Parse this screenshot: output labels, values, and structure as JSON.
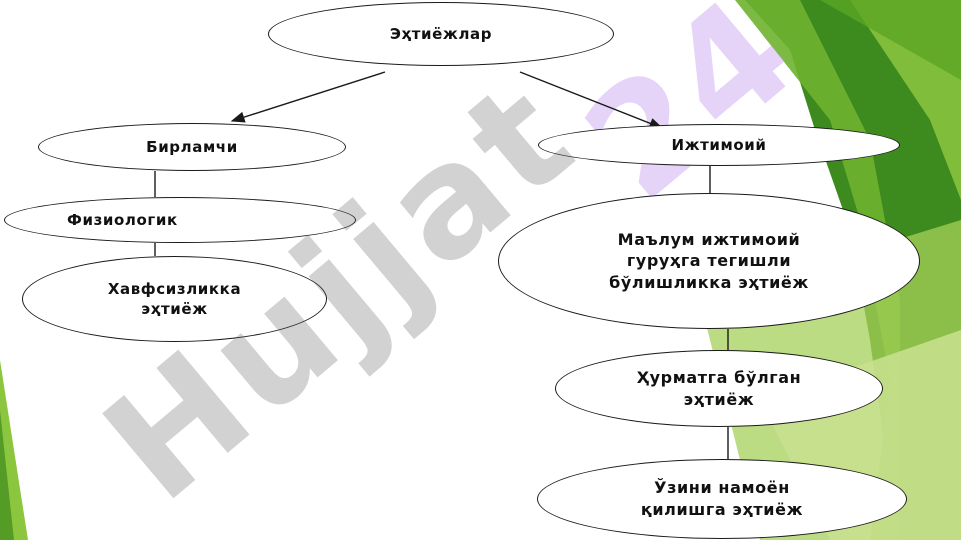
{
  "colors": {
    "accent_dark": "#3d8a1e",
    "accent_mid": "#6eb22f",
    "accent_light": "#a6d05a",
    "node_border": "#1a1a1a",
    "watermark_gray": "#505050",
    "watermark_purple": "#c8a0f0"
  },
  "nodes": {
    "root": "Эҳтиёжлар",
    "primary": "Бирламчи",
    "social": "Ижтимоий",
    "physiological": "Физиологик",
    "safety": [
      "Хавфсизликка",
      "эҳтиёж"
    ],
    "belonging": [
      "Маълум ижтимоий",
      "гуруҳга тегишли",
      "бўлишликка эҳтиёж"
    ],
    "respect": [
      "Ҳурматга бўлган",
      "эҳтиёж"
    ],
    "self_expression": [
      "Ўзини намоён",
      "қилишга эҳтиёж"
    ]
  },
  "watermark": {
    "text": "Hujjat",
    "number": "24"
  }
}
